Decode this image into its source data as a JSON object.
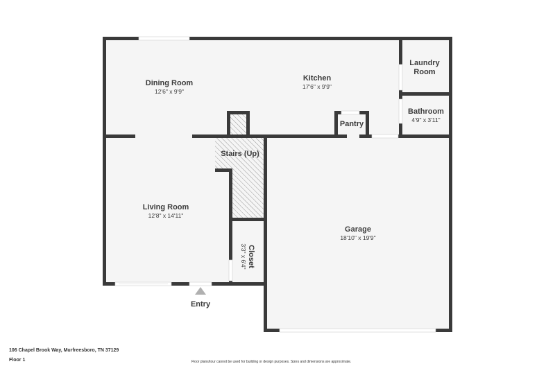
{
  "colors": {
    "wall": "#3a3a3a",
    "floor": "#f5f5f5",
    "window": "#ffffff",
    "stairs_hatch": "#9a9a9a",
    "entry_marker": "#b0b0b0",
    "text": "#3c3c3c"
  },
  "rooms": [
    {
      "name": "Dining Room",
      "dimensions": "12'6\" x 9'9\""
    },
    {
      "name": "Kitchen",
      "dimensions": "17'6\" x 9'9\""
    },
    {
      "name": "Laundry Room",
      "dimensions": ""
    },
    {
      "name": "Bathroom",
      "dimensions": "4'9\" x 3'11\""
    },
    {
      "name": "Pantry",
      "dimensions": ""
    },
    {
      "name": "Stairs (Up)",
      "dimensions": ""
    },
    {
      "name": "Living Room",
      "dimensions": "12'8\" x 14'11\""
    },
    {
      "name": "Closet",
      "dimensions": "3'3\" x 6'4\""
    },
    {
      "name": "Garage",
      "dimensions": "18'10\" x 19'9\""
    }
  ],
  "laundry": {
    "line1": "Laundry",
    "line2": "Room"
  },
  "entry": {
    "label": "Entry"
  },
  "footer": {
    "address": "106 Chapel Brook Way, Murfreesboro, TN 37129",
    "floor": "Floor 1",
    "disclaimer": "Floor plans/tour cannot be used for building or design purposes. Sizes and dimensions are approximate."
  }
}
